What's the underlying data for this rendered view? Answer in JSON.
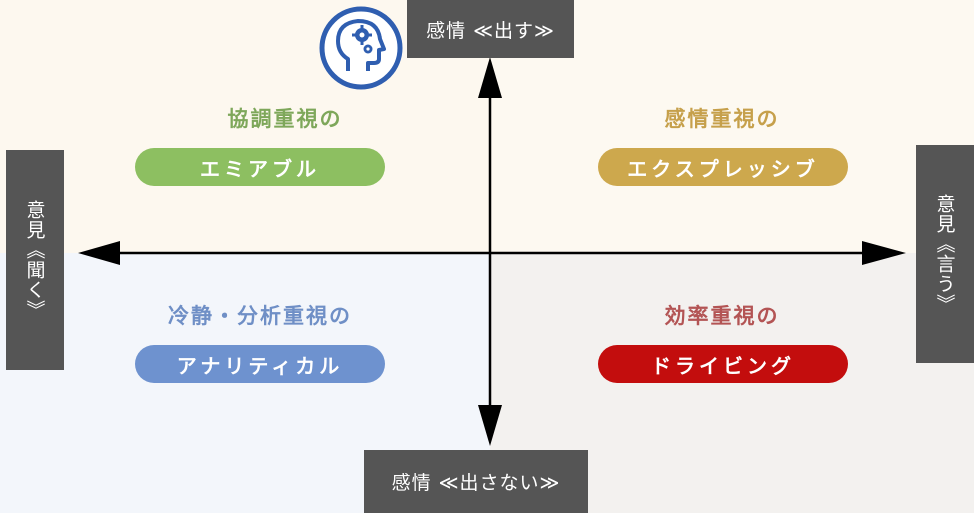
{
  "colors": {
    "tl_bg": "#fdf8ef",
    "tr_bg": "#fdf9f1",
    "bl_bg": "#f3f6fb",
    "br_bg": "#f3f1ef",
    "amiable": "#8dbf61",
    "expressive": "#cda84d",
    "analytical": "#6e92cf",
    "driving": "#c30d0d",
    "amiable_text": "#7ea75a",
    "expressive_text": "#c6a04b",
    "analytical_text": "#6f8fc6",
    "driving_text": "#b35454",
    "axis": "#000000",
    "logo": "#2f5eb0"
  },
  "axes": {
    "top": "感情 ≪出す≫",
    "bottom": "感情 ≪出さない≫",
    "left": "意見《聞く》",
    "right": "意見《言う》"
  },
  "quadrants": {
    "top_left": {
      "heading": "協調重視の",
      "type": "エミアブル"
    },
    "top_right": {
      "heading": "感情重視の",
      "type": "エクスプレッシブ"
    },
    "bottom_left": {
      "heading": "冷静・分析重視の",
      "type": "アナリティカル"
    },
    "bottom_right": {
      "heading": "効率重視の",
      "type": "ドライビング"
    }
  },
  "logo_icon": "head-gears-icon"
}
